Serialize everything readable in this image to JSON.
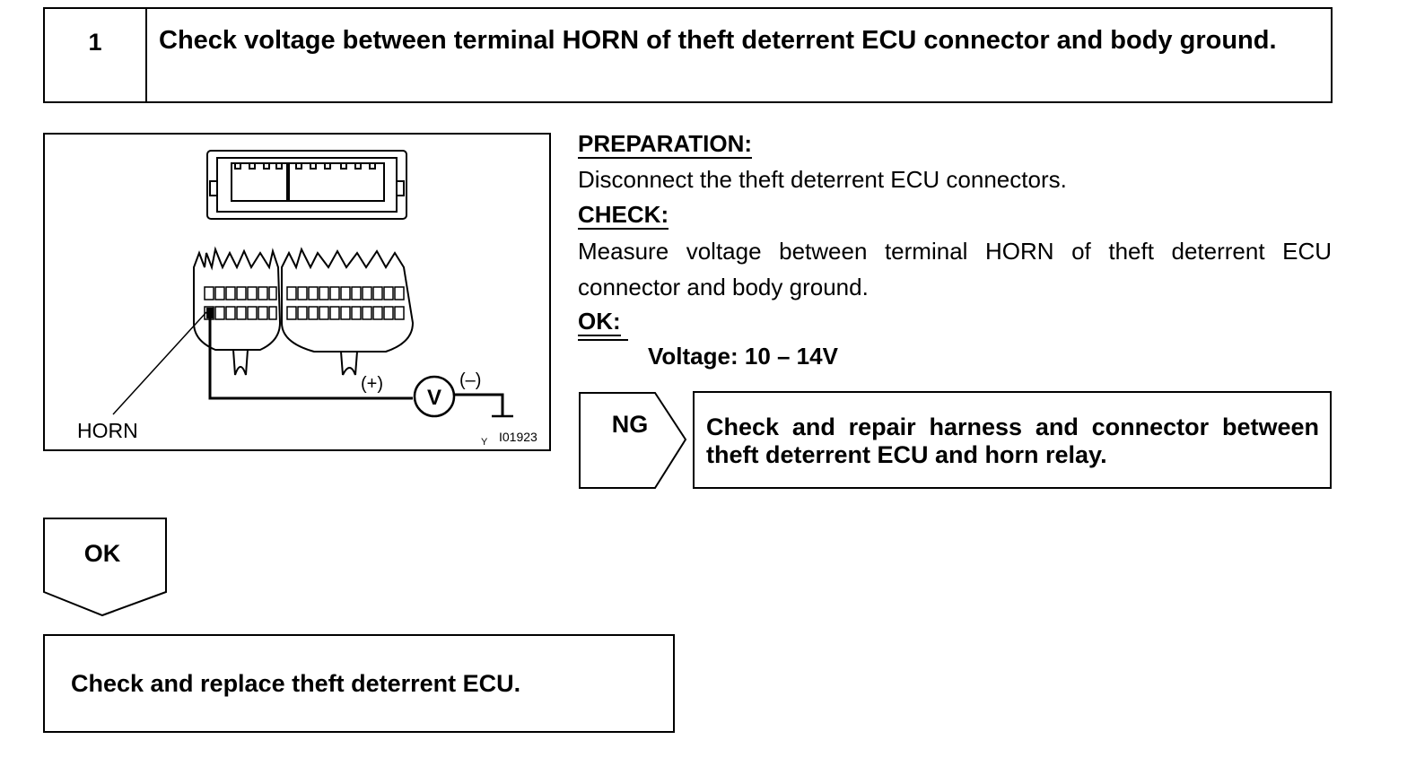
{
  "step": {
    "number": "1",
    "title": "Check voltage between terminal HORN of theft deterrent ECU connector and body ground."
  },
  "diagram": {
    "terminal_label": "HORN",
    "plus_label": "(+)",
    "minus_label": "(–)",
    "meter_label": "V",
    "figure_code": "I01923",
    "corner_mark": "Y"
  },
  "preparation": {
    "heading": "PREPARATION:",
    "text": "Disconnect the theft deterrent ECU connectors."
  },
  "check": {
    "heading": "CHECK:",
    "text": "Measure voltage between terminal HORN of theft deterrent ECU connector and body ground."
  },
  "ok_spec": {
    "heading": "OK:",
    "text": "Voltage: 10 – 14V"
  },
  "ng": {
    "label": "NG",
    "text": "Check and repair harness and connector between theft deterrent ECU and horn relay."
  },
  "ok": {
    "label": "OK"
  },
  "final": {
    "text": "Check and replace theft deterrent ECU."
  }
}
